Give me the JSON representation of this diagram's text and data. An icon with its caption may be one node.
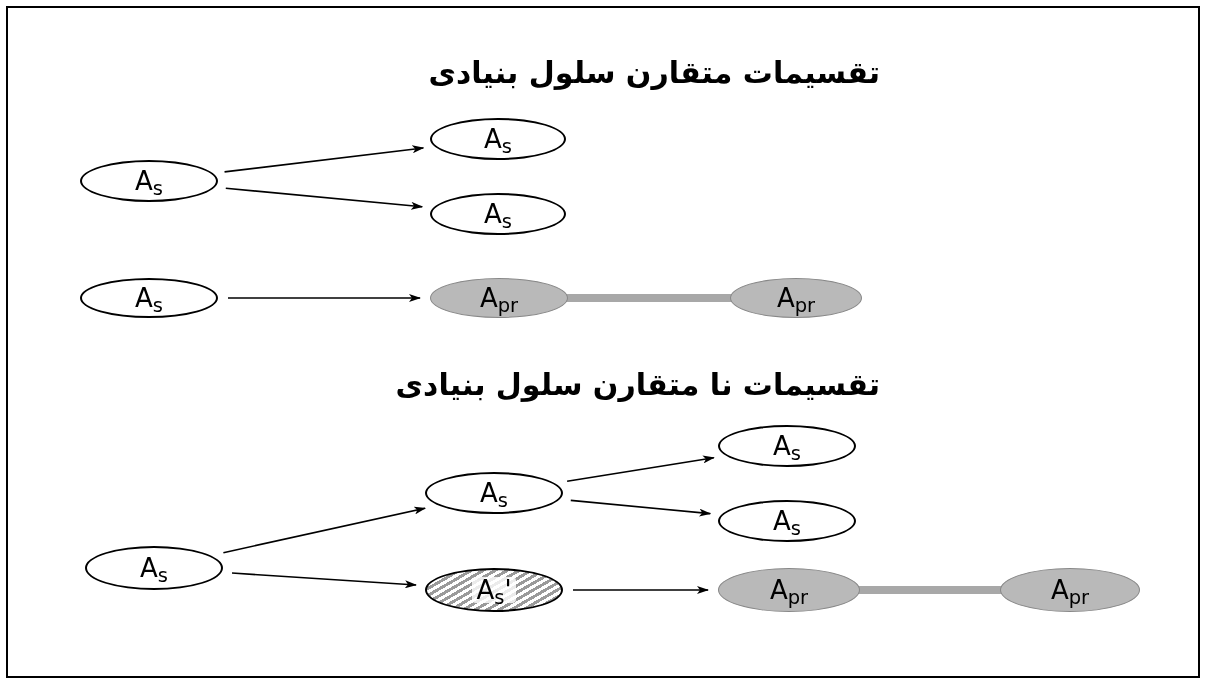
{
  "diagram": {
    "nodes": [
      {
        "text": [
          "A$_{s}$"
        ]
      },
      {
        "text": [
          "A$_{s}$"
        ]
      },
      {
        "text": [
          "A$_{s}$"
        ]
      },
      {
        "text": [
          "A$_{s}$"
        ]
      },
      {
        "text": [
          "A$_{pr}$"
        ]
      },
      {
        "text": [
          "A$_{pr}$"
        ]
      },
      {
        "text": [
          "A$_{s}$"
        ]
      },
      {
        "text": [
          "A$_{s}$"
        ]
      },
      {
        "text": [
          "A$_{s}$"
        ]
      },
      {
        "text": [
          "A$_{s}$"
        ]
      },
      {
        "text": [
          "A$_{s}$'"
        ]
      },
      {
        "text": [
          "A$_{pr}$"
        ]
      },
      {
        "text": [
          "A$_{pr}$"
        ]
      }
    ],
    "edges": [
      {
        "from": 0,
        "to": 1,
        "arrow": "to"
      },
      {
        "from": 0,
        "to": 2,
        "arrow": "to"
      },
      {
        "from": 3,
        "to": 4,
        "arrow": "to"
      },
      {
        "from": 4,
        "to": 5,
        "arrow": "none",
        "style": "thick",
        "color": "#a8a8a8"
      },
      {
        "from": 9,
        "to": 6,
        "arrow": "to"
      },
      {
        "from": 9,
        "to": 10,
        "arrow": "to"
      },
      {
        "from": 6,
        "to": 7,
        "arrow": "to"
      },
      {
        "from": 6,
        "to": 8,
        "arrow": "to"
      },
      {
        "from": 10,
        "to": 11,
        "arrow": "to"
      },
      {
        "from": 11,
        "to": 12,
        "arrow": "none",
        "style": "thick",
        "color": "#a8a8a8"
      }
    ],
    "labels": [
      "تقسیمات متقارن سلول بنیادی",
      "تقسیمات نا متقارن سلول بنیادی"
    ]
  }
}
